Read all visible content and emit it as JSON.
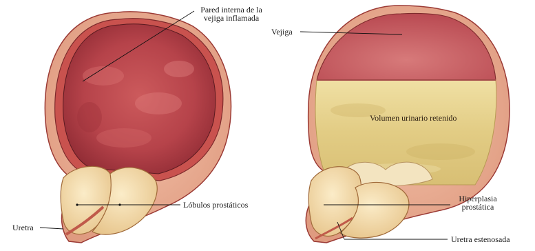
{
  "labels": {
    "inflamed_wall_line1": "Pared interna de la",
    "inflamed_wall_line2": "vejiga inflamada",
    "prostatic_lobes": "Lóbulos prostáticos",
    "urethra": "Uretra",
    "bladder": "Vejiga",
    "retained_volume": "Volumen urinario retenido",
    "hyperplasia_line1": "Hiperplasia",
    "hyperplasia_line2": "prostática",
    "stenosed_urethra": "Uretra estenosada"
  },
  "colors": {
    "bladder_outer": "#e8a48a",
    "bladder_wall": "#c8504e",
    "bladder_inner": "#b43a40",
    "urine": "#e4cf86",
    "prostate": "#f2d8a4",
    "leader_line": "#111111"
  }
}
